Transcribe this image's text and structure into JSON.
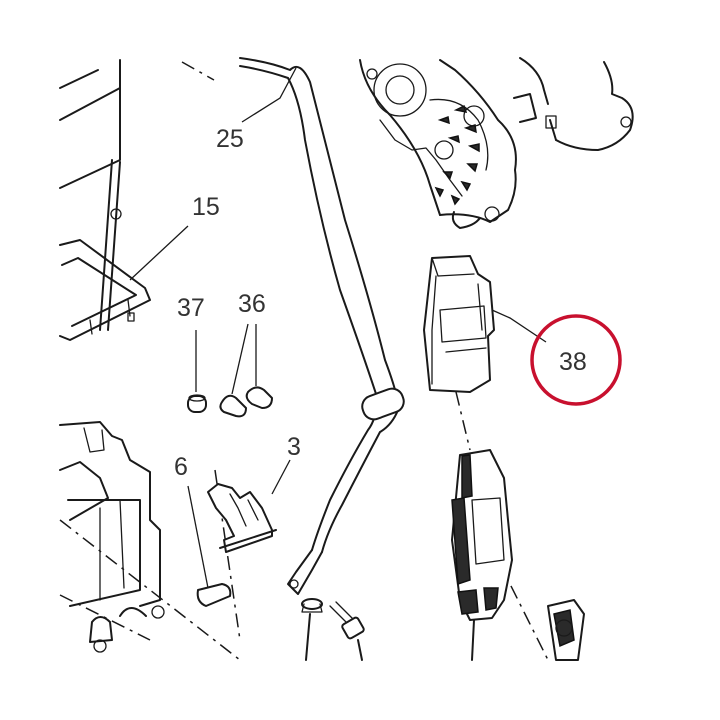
{
  "callouts": {
    "c25": "25",
    "c15": "15",
    "c37": "37",
    "c36": "36",
    "c3": "3",
    "c6": "6",
    "c38": "38"
  },
  "highlight": {
    "color": "#c8102e",
    "part": "38"
  },
  "colors": {
    "line": "#1a1a1a",
    "text": "#333333",
    "background": "#ffffff"
  }
}
